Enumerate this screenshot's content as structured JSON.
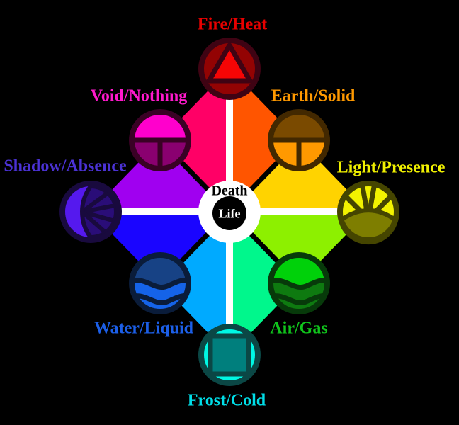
{
  "diagram": {
    "background": "#000000",
    "divider_colors": {
      "cross": "#FFFFFF",
      "diagonal": "#000000"
    },
    "center": {
      "death_label": "Death",
      "life_label": "Life",
      "outer_circle_color": "#FFFFFF",
      "inner_circle_color": "#000000",
      "death_text_color": "#000000",
      "life_text_color": "#FFFFFF"
    },
    "wedges": [
      {
        "name": "wedge-n-nw",
        "color": "#FF0066"
      },
      {
        "name": "wedge-n-ne",
        "color": "#FF5500"
      },
      {
        "name": "wedge-e-ne",
        "color": "#FFD300"
      },
      {
        "name": "wedge-e-se",
        "color": "#8DF000"
      },
      {
        "name": "wedge-s-se",
        "color": "#00F78C"
      },
      {
        "name": "wedge-s-sw",
        "color": "#00AAFF"
      },
      {
        "name": "wedge-w-sw",
        "color": "#1A05FF"
      },
      {
        "name": "wedge-w-nw",
        "color": "#A000F0"
      }
    ],
    "elements": [
      {
        "key": "fire",
        "label": "Fire/Heat",
        "label_color": "#E80000",
        "position": "N",
        "symbol": "triangle-icon",
        "colors": {
          "fill": "#930303",
          "accent": "#F50505",
          "stroke": "#3F0313"
        }
      },
      {
        "key": "earth",
        "label": "Earth/Solid",
        "label_color": "#FF9900",
        "position": "NE",
        "symbol": "half-split-icon",
        "colors": {
          "top": "#7A4A00",
          "bottom": "#FF9900",
          "stroke": "#422800"
        }
      },
      {
        "key": "light",
        "label": "Light/Presence",
        "label_color": "#F0F000",
        "position": "E",
        "symbol": "rising-sun-icon",
        "colors": {
          "fill": "#F2F200",
          "accent": "#7E7E00",
          "stroke": "#454500"
        }
      },
      {
        "key": "air",
        "label": "Air/Gas",
        "label_color": "#10C41C",
        "position": "SE",
        "symbol": "waves-icon",
        "colors": {
          "top": "#00D10A",
          "bottom": "#0E7A10",
          "stroke": "#073A0A"
        }
      },
      {
        "key": "frost",
        "label": "Frost/Cold",
        "label_color": "#00DEE8",
        "position": "S",
        "symbol": "square-icon",
        "colors": {
          "fill": "#00F7E4",
          "accent": "#007F7D",
          "stroke": "#0B4745"
        }
      },
      {
        "key": "water",
        "label": "Water/Liquid",
        "label_color": "#1C5FE8",
        "position": "SW",
        "symbol": "waves-icon",
        "colors": {
          "top": "#174285",
          "bottom": "#1563E8",
          "stroke": "#0A1C3A"
        }
      },
      {
        "key": "shadow",
        "label": "Shadow/Absence",
        "label_color": "#4B32D4",
        "position": "W",
        "symbol": "crescent-fan-icon",
        "colors": {
          "fill": "#5519EE",
          "accent": "#2A0D78",
          "stroke": "#190A3E"
        }
      },
      {
        "key": "void",
        "label": "Void/Nothing",
        "label_color": "#FF19CC",
        "position": "NW",
        "symbol": "half-split-icon",
        "colors": {
          "top": "#FF00CC",
          "bottom": "#8A0070",
          "stroke": "#3A0125"
        }
      }
    ]
  }
}
